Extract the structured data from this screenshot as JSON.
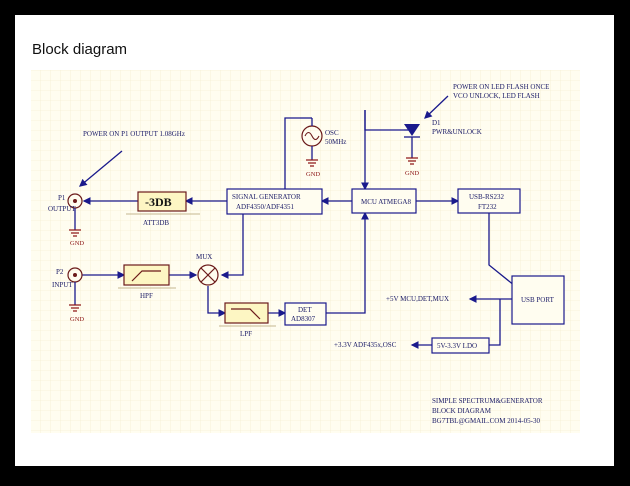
{
  "heading": "Block diagram",
  "labels": {
    "led_note_1": "POWER ON LED FLASH ONCE",
    "led_note_2": "VCO UNLOCK, LED FLASH",
    "d1": "D1",
    "d1_name": "PWR&UNLOCK",
    "p1_note": "POWER ON P1 OUTPUT 1.08GHz",
    "osc": "OSC",
    "osc_freq": "50MHz",
    "p1": "P1",
    "p1_name": "OUTPUT",
    "p2": "P2",
    "p2_name": "INPUT",
    "att": "-3DB",
    "att_name": "ATT3DB",
    "sg_1": "SIGNAL GENERATOR",
    "sg_2": "ADF4350/ADF4351",
    "mcu": "MCU ATMEGA8",
    "usb_rs_1": "USB-RS232",
    "usb_rs_2": "FT232",
    "mux": "MUX",
    "hpf": "HPF",
    "lpf": "LPF",
    "det_1": "DET",
    "det_2": "AD8307",
    "usb_port": "USB PORT",
    "p5v": "+5V MCU,DET,MUX",
    "p33v": "+3.3V ADF435x,OSC",
    "ldo": "5V-3.3V LDO",
    "gnd": "GND",
    "title_1": "SIMPLE SPECTRUM&GENERATOR",
    "title_2": "BLOCK DIAGRAM",
    "title_3": "BG7TBL@GMAIL.COM 2014-05-30"
  }
}
